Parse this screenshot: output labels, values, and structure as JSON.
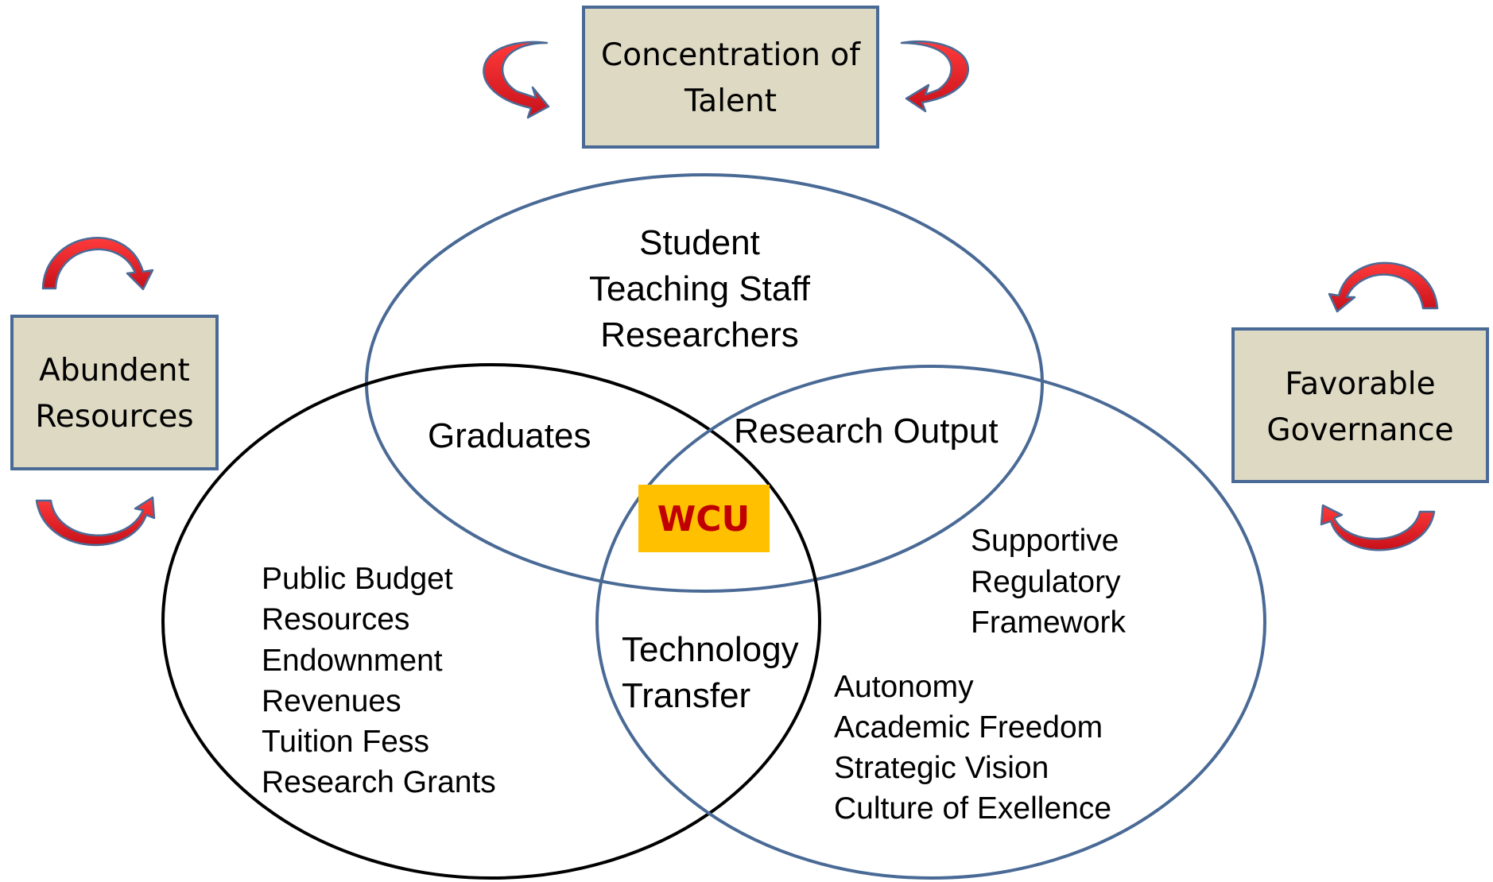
{
  "boxes": {
    "talent": {
      "lines": [
        "Concentration of",
        "Talent"
      ]
    },
    "resources": {
      "lines": [
        "Abundent",
        "Resources"
      ]
    },
    "governance": {
      "lines": [
        "Favorable",
        "Governance"
      ]
    }
  },
  "circles": {
    "top": {
      "lines": [
        "Student",
        "Teaching Staff",
        "Researchers"
      ]
    },
    "left": {
      "lines": [
        "Public Budget",
        "Resources",
        "Endownment",
        "Revenues",
        "Tuition Fess",
        "Research Grants"
      ]
    },
    "right_upper": {
      "lines": [
        "Supportive",
        "Regulatory",
        "Framework"
      ]
    },
    "right_lower": {
      "lines": [
        "Autonomy",
        "Academic Freedom",
        "Strategic Vision",
        "Culture of Exellence"
      ]
    }
  },
  "overlaps": {
    "graduates": "Graduates",
    "research_output": "Research Output",
    "technology_transfer": [
      "Technology",
      "Transfer"
    ]
  },
  "center": {
    "label": "WCU",
    "bg_color": "#ffc000",
    "text_color": "#c00000"
  },
  "colors": {
    "box_fill": "#ddd9c3",
    "box_border": "#4a6a96",
    "circle_blue": "#4a6a96",
    "circle_black": "#000000",
    "arrow_red": "#e8171f"
  }
}
